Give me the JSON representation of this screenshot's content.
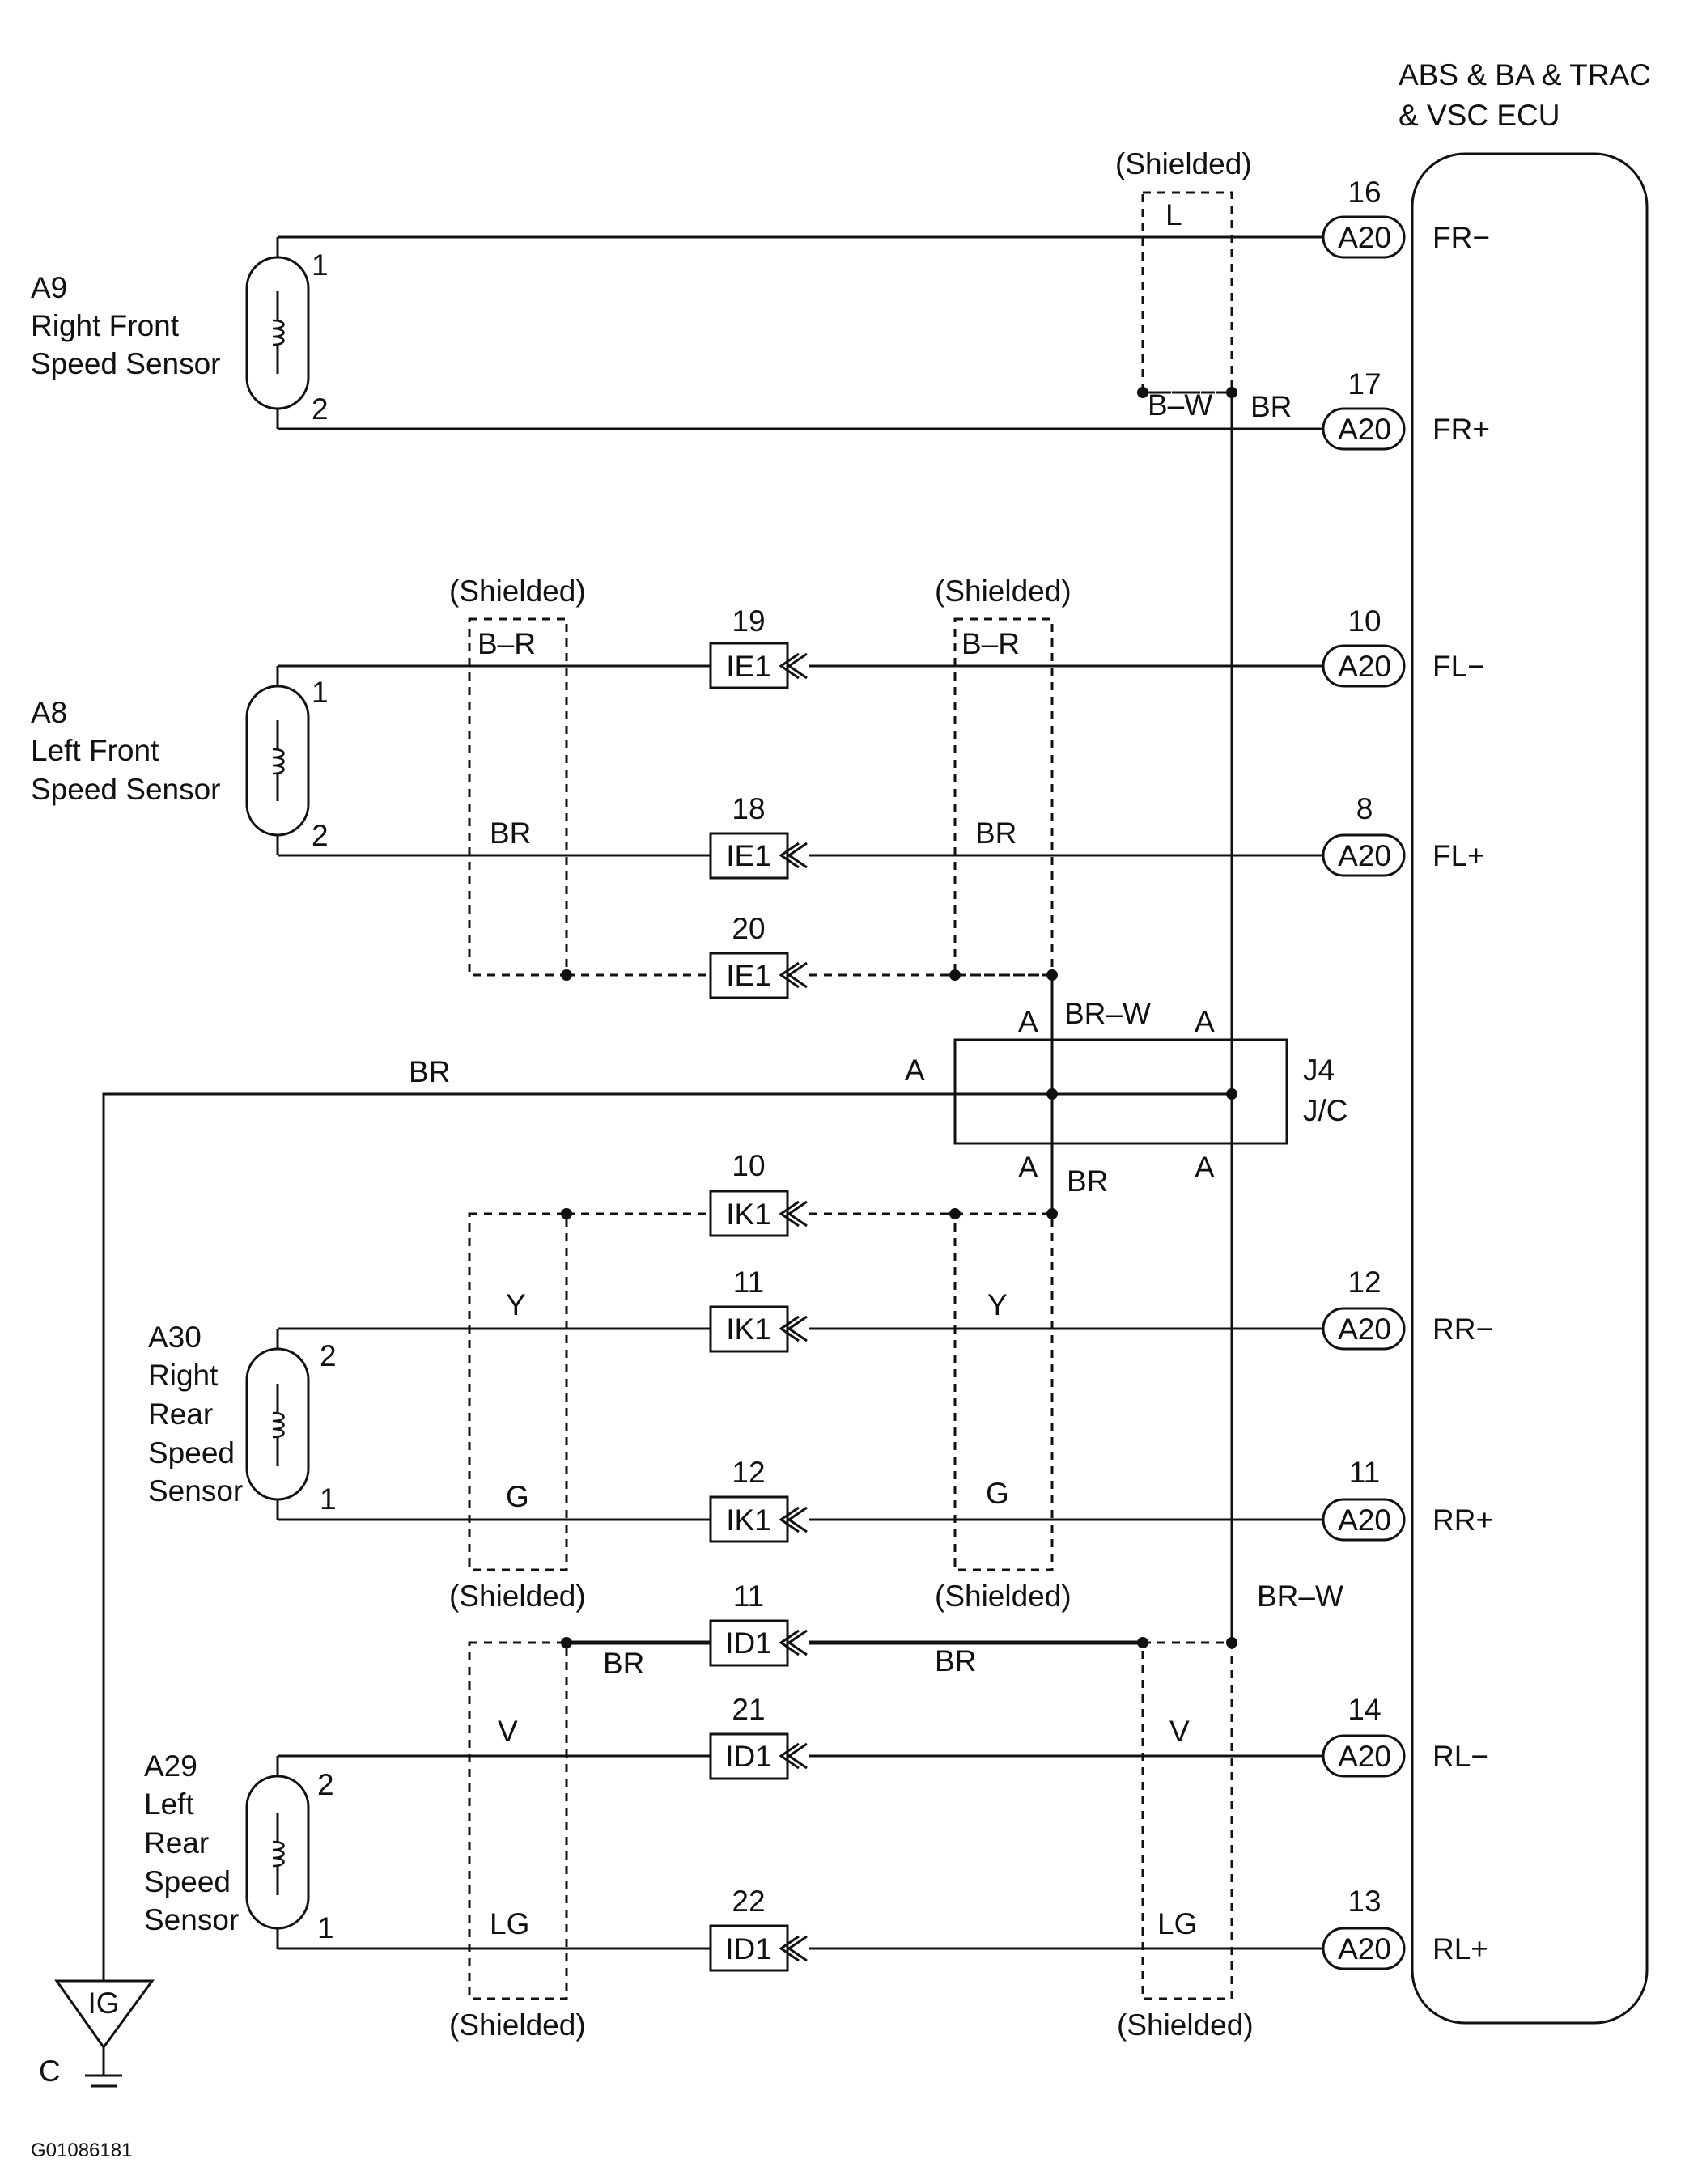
{
  "ecu": {
    "name_line1": "ABS & BA & TRAC",
    "name_line2": "& VSC ECU",
    "terminals": [
      {
        "pin": "16",
        "connector": "A20",
        "signal": "FR−"
      },
      {
        "pin": "17",
        "connector": "A20",
        "signal": "FR+"
      },
      {
        "pin": "10",
        "connector": "A20",
        "signal": "FL−"
      },
      {
        "pin": "8",
        "connector": "A20",
        "signal": "FL+"
      },
      {
        "pin": "12",
        "connector": "A20",
        "signal": "RR−"
      },
      {
        "pin": "11",
        "connector": "A20",
        "signal": "RR+"
      },
      {
        "pin": "14",
        "connector": "A20",
        "signal": "RL−"
      },
      {
        "pin": "13",
        "connector": "A20",
        "signal": "RL+"
      }
    ]
  },
  "sensors": [
    {
      "id": "A9",
      "lines": [
        "Right Front",
        "Speed Sensor"
      ],
      "pin_top": "1",
      "pin_bottom": "2"
    },
    {
      "id": "A8",
      "lines": [
        "Left Front",
        "Speed Sensor"
      ],
      "pin_top": "1",
      "pin_bottom": "2"
    },
    {
      "id": "A30",
      "lines": [
        "Right",
        "Rear",
        "Speed",
        "Sensor"
      ],
      "pin_top": "2",
      "pin_bottom": "1"
    },
    {
      "id": "A29",
      "lines": [
        "Left",
        "Rear",
        "Speed",
        "Sensor"
      ],
      "pin_top": "2",
      "pin_bottom": "1"
    }
  ],
  "connectors": [
    {
      "name": "IE1",
      "pin": "19"
    },
    {
      "name": "IE1",
      "pin": "18"
    },
    {
      "name": "IE1",
      "pin": "20"
    },
    {
      "name": "IK1",
      "pin": "10"
    },
    {
      "name": "IK1",
      "pin": "11"
    },
    {
      "name": "IK1",
      "pin": "12"
    },
    {
      "name": "ID1",
      "pin": "11"
    },
    {
      "name": "ID1",
      "pin": "21"
    },
    {
      "name": "ID1",
      "pin": "22"
    }
  ],
  "wire_colors": {
    "fr_minus": "L",
    "fr_plus": "B–W",
    "fr_shield": "BR",
    "fl_minus_left": "B–R",
    "fl_minus_right": "B–R",
    "fl_plus_left": "BR",
    "fl_plus_right": "BR",
    "jc_top": "BR–W",
    "jc_bottom": "BR",
    "ground_wire": "BR",
    "rr_minus_left": "Y",
    "rr_minus_right": "Y",
    "rr_plus_left": "G",
    "rr_plus_right": "G",
    "rl_shield_label": "BR–W",
    "rl_shield_left": "BR",
    "rl_shield_right": "BR",
    "rl_minus_left": "V",
    "rl_minus_right": "V",
    "rl_plus_left": "LG",
    "rl_plus_right": "LG"
  },
  "shield_label": "(Shielded)",
  "junction": {
    "id": "J4",
    "type": "J/C",
    "terminal": "A"
  },
  "ground": {
    "symbol_label": "IG",
    "point_label": "C"
  },
  "figure_code": "G01086181"
}
